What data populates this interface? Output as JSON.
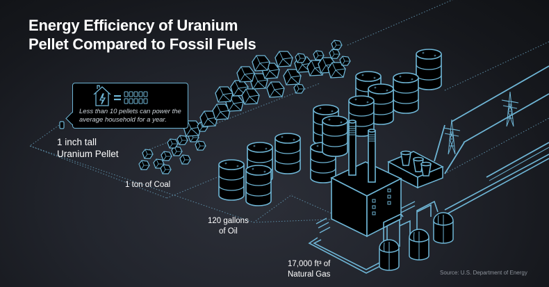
{
  "title": {
    "line1": "Energy Efficiency of Uranium",
    "line2": "Pellet Compared to Fossil Fuels"
  },
  "callout": {
    "icon_left": "house-lightning-icon",
    "equals": "=",
    "icon_right": "pellet-group-icon",
    "pellet_count": 10,
    "text_line1": "Less than 10 pellets can power the",
    "text_line2": "average household for a year."
  },
  "labels": {
    "uranium": {
      "line1": "1 inch tall",
      "line2": "Uranium Pellet"
    },
    "coal": {
      "line1": "1 ton of Coal"
    },
    "oil": {
      "line1": "120 gallons",
      "line2": "of Oil"
    },
    "gas": {
      "line1": "17,000 ft³ of",
      "line2": "Natural Gas"
    }
  },
  "source": "Source: U.S. Department of Energy",
  "colors": {
    "background": "#1d2027",
    "line_accent": "#6fb6d6",
    "fill_dark": "#000000",
    "text": "#ffffff",
    "source_text": "#8d939b"
  }
}
